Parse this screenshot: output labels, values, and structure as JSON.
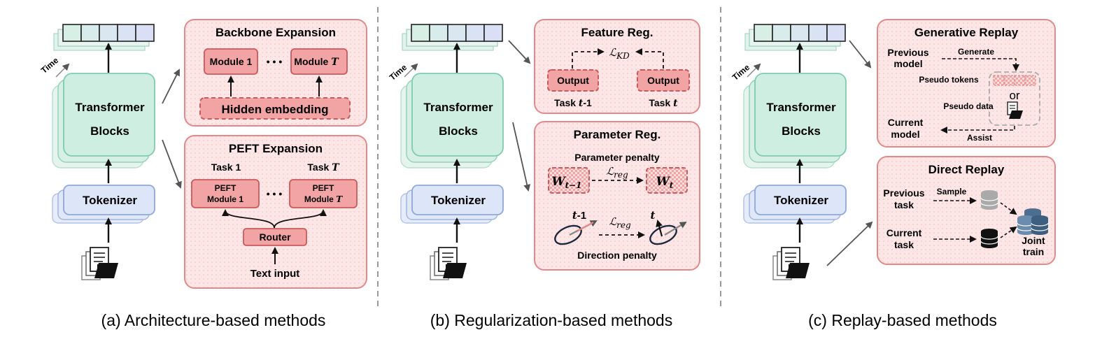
{
  "colors": {
    "panel_fill": "#fde6e6",
    "panel_stroke": "#e48989",
    "module_fill": "#f2a3a3",
    "module_stroke": "#c9595b",
    "transformer_fill": "#cdeee0",
    "transformer_stroke": "#7fcbb2",
    "tokenizer_fill": "#dde6f8",
    "tokenizer_stroke": "#8fa8d6",
    "separator": "#999999"
  },
  "panels": {
    "a": {
      "time_label": "Time",
      "transformer_label_1": "Transformer",
      "transformer_label_2": "Blocks",
      "tokenizer_label": "Tokenizer",
      "backbone": {
        "title": "Backbone Expansion",
        "module_1": "Module 1",
        "module_t": "Module",
        "module_t_var": "T",
        "dots": "• • •",
        "hidden": "Hidden embedding"
      },
      "peft": {
        "title": "PEFT Expansion",
        "task_1": "Task 1",
        "task_t": "Task",
        "task_t_var": "T",
        "module_1_line1": "PEFT",
        "module_1_line2": "Module 1",
        "module_t_line1": "PEFT",
        "module_t_line2": "Module",
        "module_t_var": "T",
        "dots": "• • •",
        "router": "Router",
        "text_input": "Text input"
      },
      "caption": "(a) Architecture-based methods"
    },
    "b": {
      "time_label": "Time",
      "transformer_label_1": "Transformer",
      "transformer_label_2": "Blocks",
      "tokenizer_label": "Tokenizer",
      "feature": {
        "title": "Feature Reg.",
        "loss": "ℒ",
        "loss_sub": "KD",
        "output_left": "Output",
        "output_right": "Output",
        "task_left": "Task",
        "task_left_var": "t",
        "task_left_suffix": "-1",
        "task_right": "Task",
        "task_right_var": "t"
      },
      "parameter": {
        "title": "Parameter Reg.",
        "param_penalty": "Parameter penalty",
        "w_left": "W",
        "w_left_sub": "t−1",
        "w_right": "W",
        "w_right_sub": "t",
        "loss": "ℒ",
        "loss_sub": "reg",
        "loss2": "ℒ",
        "loss2_sub": "reg",
        "t_minus_1": "t",
        "t_minus_1_suffix": "-1",
        "t": "t",
        "direction_penalty": "Direction penalty"
      },
      "caption": "(b) Regularization-based methods"
    },
    "c": {
      "time_label": "Time",
      "transformer_label_1": "Transformer",
      "transformer_label_2": "Blocks",
      "tokenizer_label": "Tokenizer",
      "generative": {
        "title": "Generative Replay",
        "previous_model_1": "Previous",
        "previous_model_2": "model",
        "generate": "Generate",
        "pseudo_tokens": "Pseudo tokens",
        "or": "or",
        "pseudo_data": "Pseudo data",
        "current_model_1": "Current",
        "current_model_2": "model",
        "assist": "Assist"
      },
      "direct": {
        "title": "Direct Replay",
        "previous_task_1": "Previous",
        "previous_task_2": "task",
        "sample": "Sample",
        "current_task_1": "Current",
        "current_task_2": "task",
        "joint_1": "Joint",
        "joint_2": "train"
      },
      "caption": "(c) Replay-based methods"
    }
  }
}
